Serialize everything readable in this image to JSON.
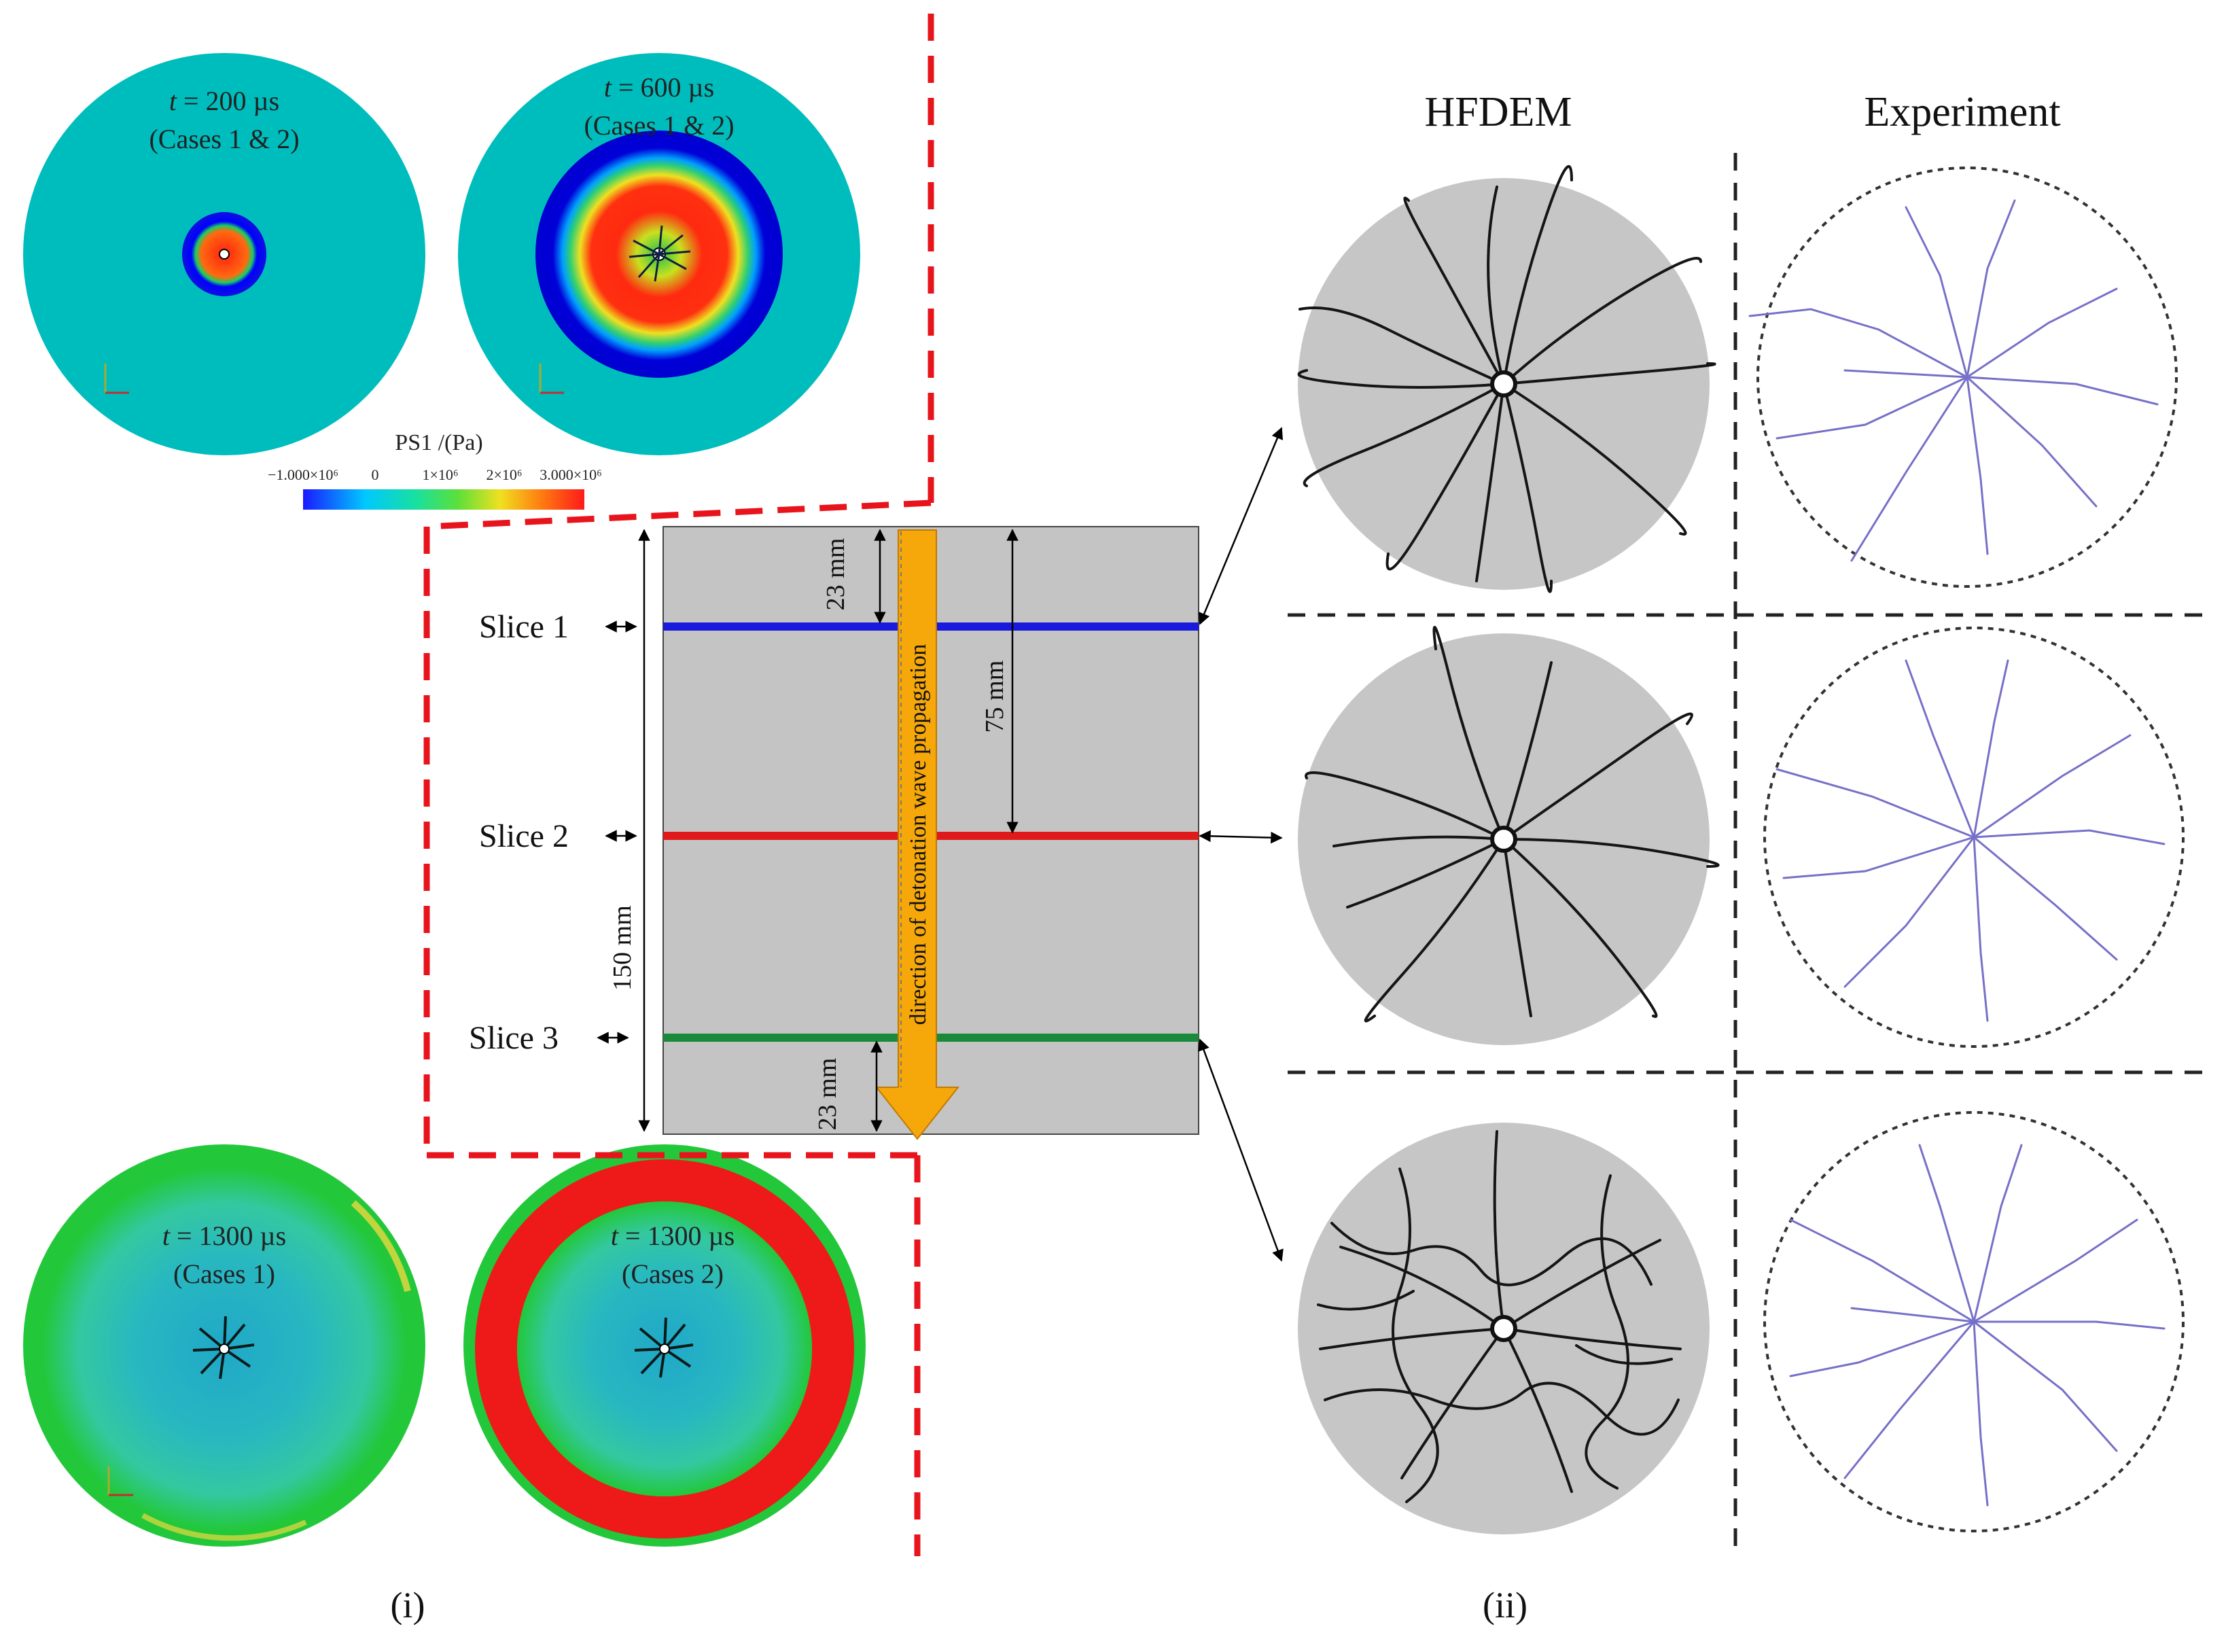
{
  "panel_i": {
    "snapshots": [
      {
        "time_line": "t = 200 µs",
        "t_var": "t",
        "t_rest": " = 200 µs",
        "case_line": "(Cases 1 & 2)"
      },
      {
        "time_line": "t = 600 µs",
        "t_var": "t",
        "t_rest": " = 600 µs",
        "case_line": "(Cases 1 & 2)"
      },
      {
        "time_line": "t = 1300 µs",
        "t_var": "t",
        "t_rest": " = 1300 µs",
        "case_line": "(Cases 1)"
      },
      {
        "time_line": "t = 1300 µs",
        "t_var": "t",
        "t_rest": " = 1300 µs",
        "case_line": "(Cases 2)"
      }
    ],
    "colorbar": {
      "title": "PS1 /(Pa)",
      "ticks": [
        "−1.000×10⁶",
        "0",
        "1×10⁶",
        "2×10⁶",
        "3.000×10⁶"
      ],
      "colors": [
        "#1a1aff",
        "#00c8ff",
        "#18e0a0",
        "#5be03a",
        "#f0e020",
        "#ff7a10",
        "#ff1a1a"
      ]
    },
    "specimen": {
      "slices": [
        "Slice 1",
        "Slice 2",
        "Slice 3"
      ],
      "slice_colors": [
        "#1a1adc",
        "#e01a1a",
        "#1a8a3a"
      ],
      "dimensions": {
        "top_offset": "23 mm",
        "middle": "75 mm",
        "total": "150 mm",
        "bottom_offset": "23 mm"
      },
      "arrow_label": "direction of detonation  wave propagation"
    },
    "label": "(i)"
  },
  "panel_ii": {
    "column_headers": [
      "HFDEM",
      "Experiment"
    ],
    "label": "(ii)"
  },
  "colors": {
    "contour_background": "#00bdbd",
    "late_background": "#22c83a",
    "red_ring": "#ee1a1a",
    "dashed_frame": "#e8141c",
    "specimen_fill": "#c4c4c4",
    "hfdem_fill": "#c6c6c6",
    "experiment_crack": "#7670c8",
    "arrow_fill": "#f6a80a"
  }
}
